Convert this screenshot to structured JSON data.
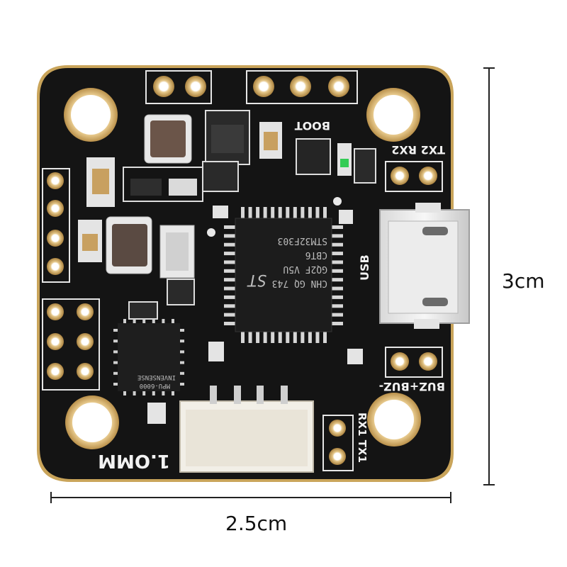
{
  "dimensions": {
    "width": "2.5cm",
    "height": "3cm"
  },
  "board": {
    "version_label": "1.OMM",
    "boot_label": "BOOT",
    "usb_label": "USB",
    "uart2_label": "TX2 RX2",
    "buzzer_label": "BUZ+BUZ-",
    "uart1_label": "RX1 TX1",
    "mcu": {
      "line1": "STM32F303",
      "line2": "CBT6",
      "line3": "GQ2F V5U",
      "line4": "CHN GQ 743",
      "logo": "ST"
    },
    "imu": {
      "line1": "INVENSENSE",
      "line2": "MPU-6000"
    }
  }
}
